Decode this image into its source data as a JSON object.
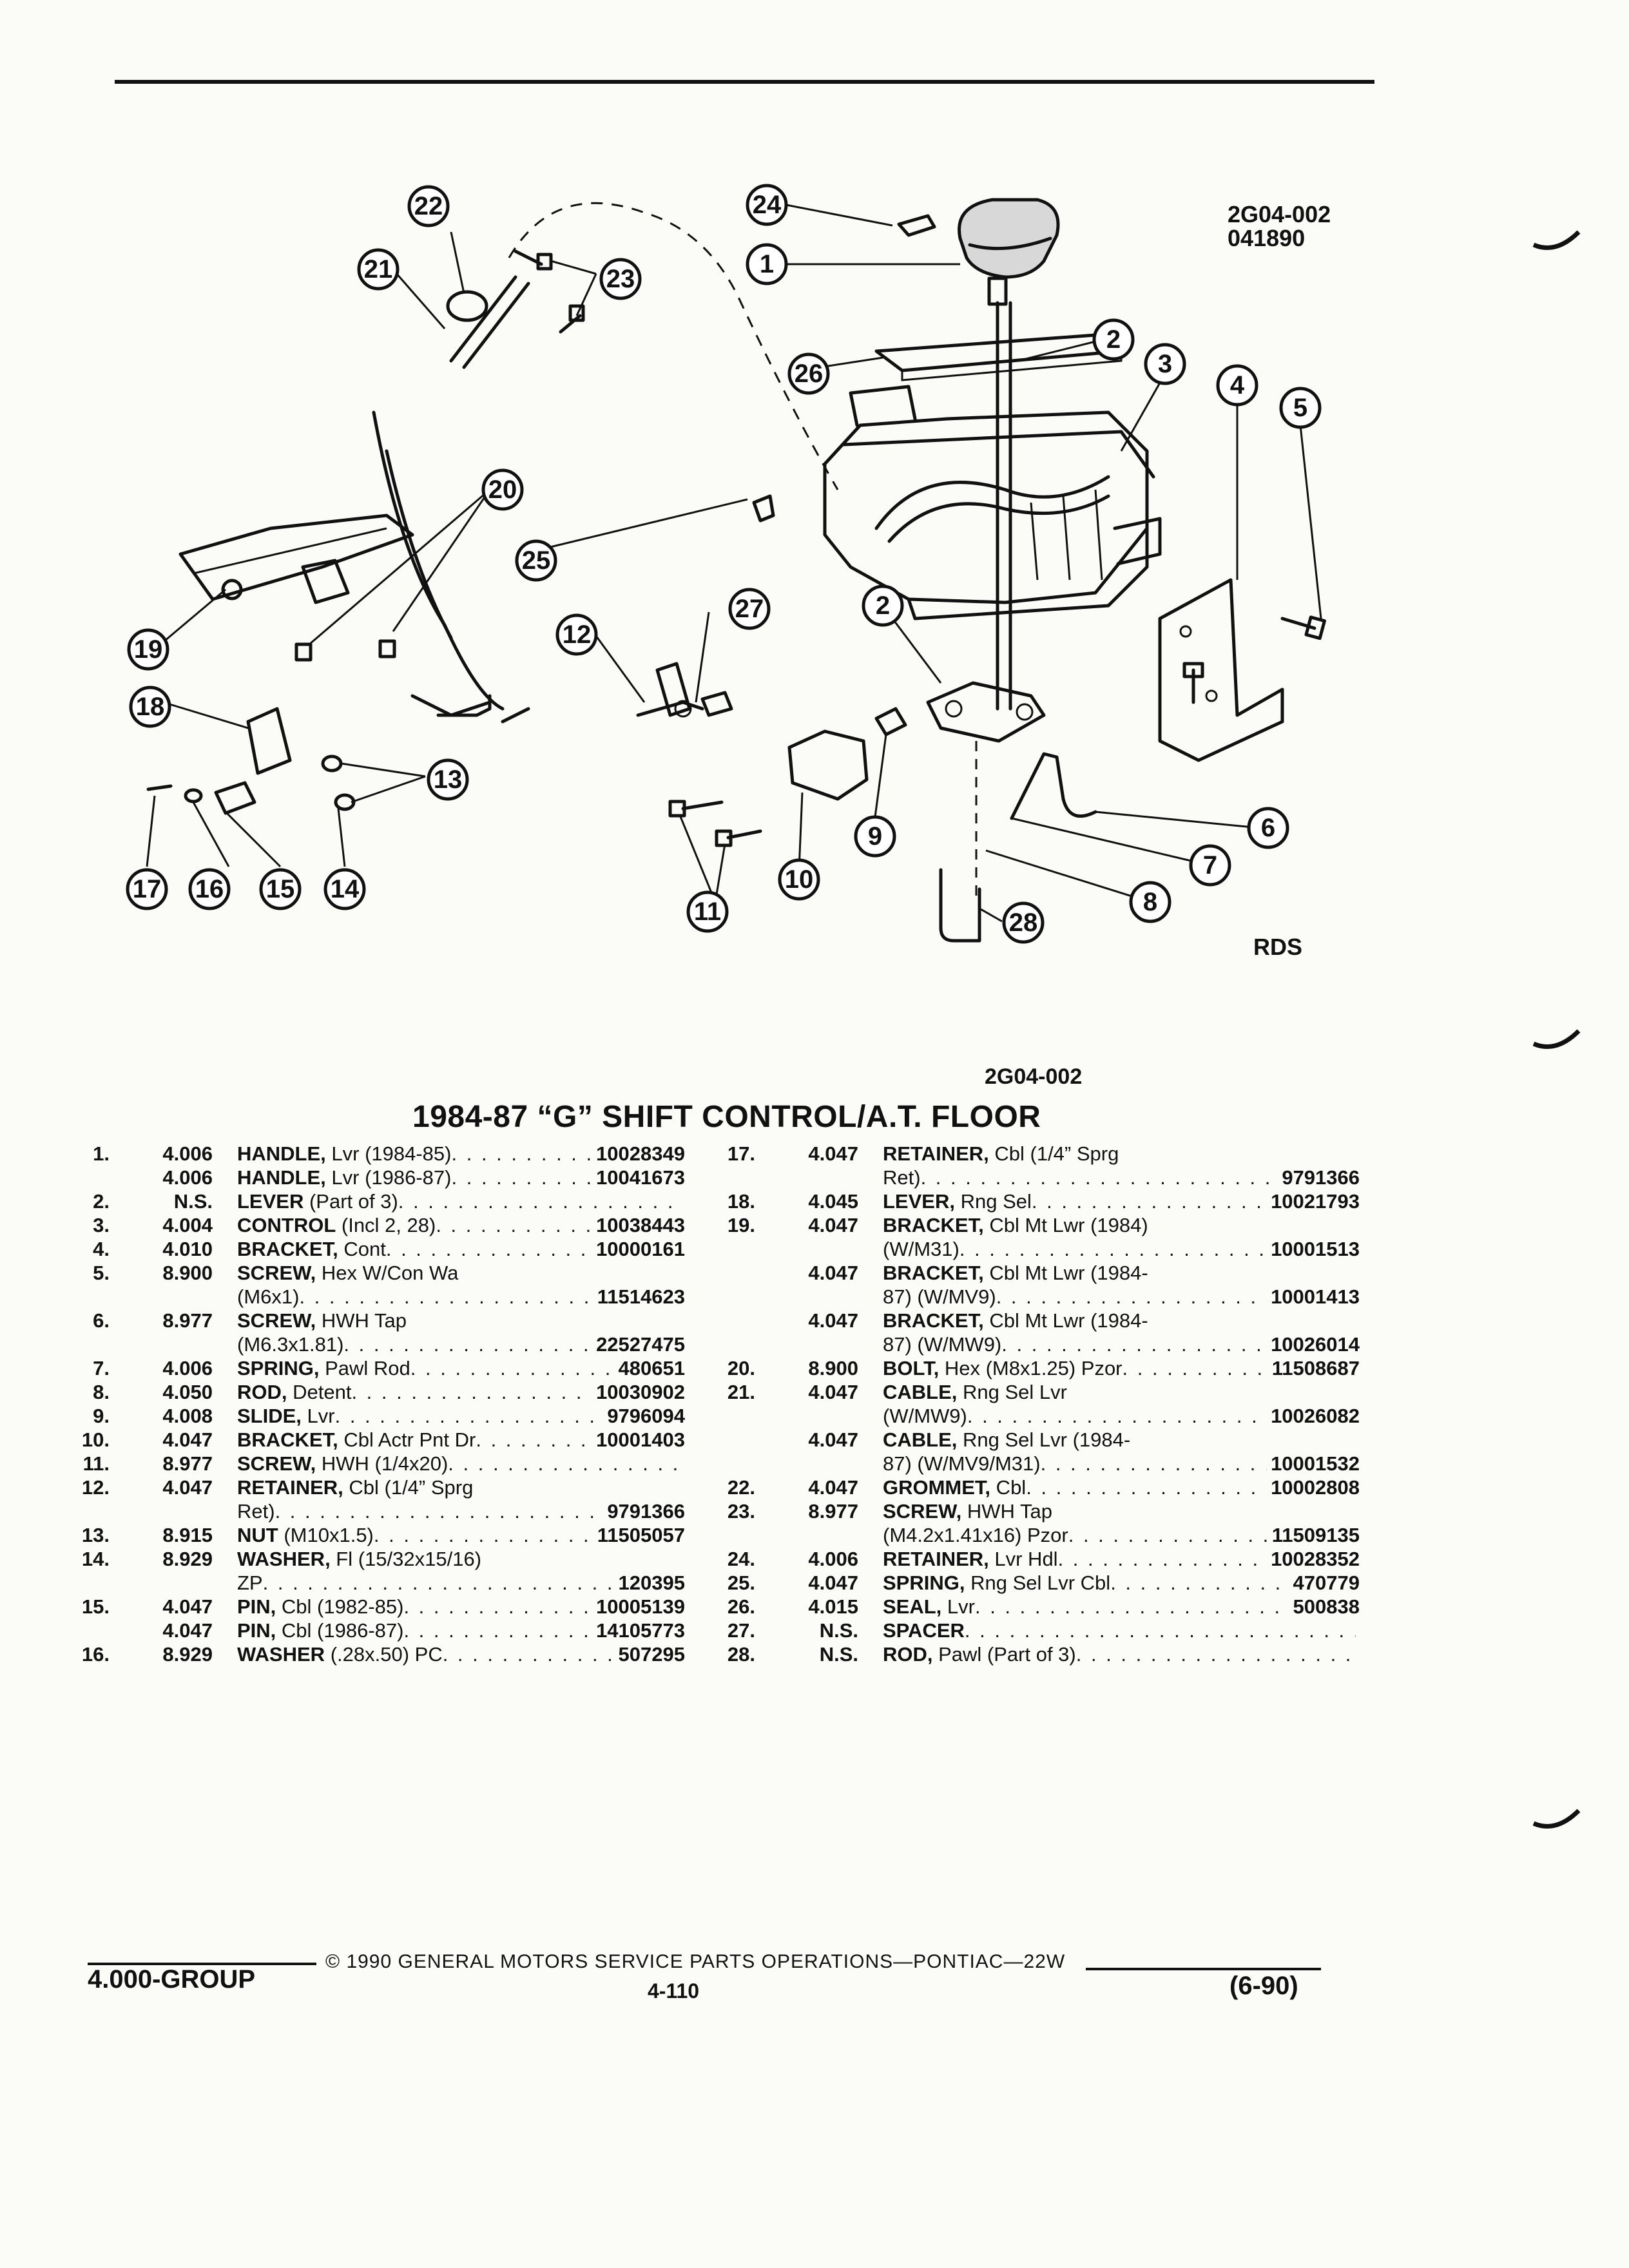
{
  "diagram": {
    "code": "2G04-002",
    "date_code": "041890",
    "artist": "RDS",
    "callouts": [
      "1",
      "2",
      "3",
      "4",
      "5",
      "6",
      "7",
      "8",
      "9",
      "10",
      "11",
      "12",
      "13",
      "14",
      "15",
      "16",
      "17",
      "18",
      "19",
      "20",
      "21",
      "22",
      "23",
      "24",
      "25",
      "26",
      "27",
      "28"
    ]
  },
  "title": "1984-87 “G” SHIFT CONTROL/A.T. FLOOR",
  "subcode": "2G04-002",
  "parts_left": [
    {
      "num": "1.",
      "grp": "4.006",
      "name": "HANDLE,",
      "rest": " Lvr (1984-85)",
      "pn": "10028349"
    },
    {
      "num": "",
      "grp": "4.006",
      "name": "HANDLE,",
      "rest": " Lvr (1986-87)",
      "pn": "10041673"
    },
    {
      "num": "2.",
      "grp": "N.S.",
      "name": "LEVER",
      "rest": " (Part of 3)",
      "pn": ""
    },
    {
      "num": "3.",
      "grp": "4.004",
      "name": "CONTROL",
      "rest": " (Incl 2, 28)",
      "pn": "10038443"
    },
    {
      "num": "4.",
      "grp": "4.010",
      "name": "BRACKET,",
      "rest": " Cont",
      "pn": "10000161"
    },
    {
      "num": "5.",
      "grp": "8.900",
      "name": "SCREW,",
      "rest": " Hex W/Con Wa",
      "pn": "",
      "nodots": true
    },
    {
      "num": "",
      "grp": "",
      "name": "",
      "rest": "(M6x1)",
      "pn": "11514623"
    },
    {
      "num": "6.",
      "grp": "8.977",
      "name": "SCREW,",
      "rest": " HWH Tap",
      "pn": "",
      "nodots": true
    },
    {
      "num": "",
      "grp": "",
      "name": "",
      "rest": "(M6.3x1.81)",
      "pn": "22527475"
    },
    {
      "num": "7.",
      "grp": "4.006",
      "name": "SPRING,",
      "rest": " Pawl Rod",
      "pn": "480651"
    },
    {
      "num": "8.",
      "grp": "4.050",
      "name": "ROD,",
      "rest": " Detent",
      "pn": "10030902"
    },
    {
      "num": "9.",
      "grp": "4.008",
      "name": "SLIDE,",
      "rest": " Lvr",
      "pn": "9796094"
    },
    {
      "num": "10.",
      "grp": "4.047",
      "name": "BRACKET,",
      "rest": " Cbl Actr Pnt Dr",
      "pn": "10001403"
    },
    {
      "num": "11.",
      "grp": "8.977",
      "name": "SCREW,",
      "rest": " HWH (1/4x20)",
      "pn": ""
    },
    {
      "num": "12.",
      "grp": "4.047",
      "name": "RETAINER,",
      "rest": " Cbl (1/4” Sprg",
      "pn": "",
      "nodots": true
    },
    {
      "num": "",
      "grp": "",
      "name": "",
      "rest": "Ret)",
      "pn": "9791366"
    },
    {
      "num": "13.",
      "grp": "8.915",
      "name": "NUT",
      "rest": " (M10x1.5)",
      "pn": "11505057"
    },
    {
      "num": "14.",
      "grp": "8.929",
      "name": "WASHER,",
      "rest": " Fl (15/32x15/16)",
      "pn": "",
      "nodots": true
    },
    {
      "num": "",
      "grp": "",
      "name": "",
      "rest": "ZP",
      "pn": "120395"
    },
    {
      "num": "15.",
      "grp": "4.047",
      "name": "PIN,",
      "rest": " Cbl (1982-85)",
      "pn": "10005139"
    },
    {
      "num": "",
      "grp": "4.047",
      "name": "PIN,",
      "rest": " Cbl (1986-87)",
      "pn": "14105773"
    },
    {
      "num": "16.",
      "grp": "8.929",
      "name": "WASHER",
      "rest": " (.28x.50) PC",
      "pn": "507295"
    }
  ],
  "parts_right": [
    {
      "num": "17.",
      "grp": "4.047",
      "name": "RETAINER,",
      "rest": " Cbl (1/4” Sprg",
      "pn": "",
      "nodots": true
    },
    {
      "num": "",
      "grp": "",
      "name": "",
      "rest": "Ret)",
      "pn": "9791366"
    },
    {
      "num": "18.",
      "grp": "4.045",
      "name": "LEVER,",
      "rest": " Rng Sel",
      "pn": "10021793"
    },
    {
      "num": "19.",
      "grp": "4.047",
      "name": "BRACKET,",
      "rest": " Cbl Mt Lwr (1984)",
      "pn": "",
      "nodots": true
    },
    {
      "num": "",
      "grp": "",
      "name": "",
      "rest": "(W/M31)",
      "pn": "10001513"
    },
    {
      "num": "",
      "grp": "4.047",
      "name": "BRACKET,",
      "rest": " Cbl Mt Lwr (1984-",
      "pn": "",
      "nodots": true
    },
    {
      "num": "",
      "grp": "",
      "name": "",
      "rest": "87) (W/MV9)",
      "pn": "10001413"
    },
    {
      "num": "",
      "grp": "4.047",
      "name": "BRACKET,",
      "rest": " Cbl Mt Lwr (1984-",
      "pn": "",
      "nodots": true
    },
    {
      "num": "",
      "grp": "",
      "name": "",
      "rest": "87) (W/MW9)",
      "pn": "10026014"
    },
    {
      "num": "20.",
      "grp": "8.900",
      "name": "BOLT,",
      "rest": " Hex (M8x1.25) Pzor",
      "pn": "11508687"
    },
    {
      "num": "21.",
      "grp": "4.047",
      "name": "CABLE,",
      "rest": " Rng Sel Lvr",
      "pn": "",
      "nodots": true
    },
    {
      "num": "",
      "grp": "",
      "name": "",
      "rest": "(W/MW9)",
      "pn": "10026082"
    },
    {
      "num": "",
      "grp": "4.047",
      "name": "CABLE,",
      "rest": " Rng Sel Lvr (1984-",
      "pn": "",
      "nodots": true
    },
    {
      "num": "",
      "grp": "",
      "name": "",
      "rest": "87) (W/MV9/M31)",
      "pn": "10001532"
    },
    {
      "num": "22.",
      "grp": "4.047",
      "name": "GROMMET,",
      "rest": " Cbl",
      "pn": "10002808"
    },
    {
      "num": "23.",
      "grp": "8.977",
      "name": "SCREW,",
      "rest": " HWH Tap",
      "pn": "",
      "nodots": true
    },
    {
      "num": "",
      "grp": "",
      "name": "",
      "rest": "(M4.2x1.41x16) Pzor",
      "pn": "11509135"
    },
    {
      "num": "24.",
      "grp": "4.006",
      "name": "RETAINER,",
      "rest": " Lvr Hdl",
      "pn": "10028352"
    },
    {
      "num": "25.",
      "grp": "4.047",
      "name": "SPRING,",
      "rest": " Rng Sel Lvr Cbl",
      "pn": "470779"
    },
    {
      "num": "26.",
      "grp": "4.015",
      "name": "SEAL,",
      "rest": " Lvr",
      "pn": "500838"
    },
    {
      "num": "27.",
      "grp": "N.S.",
      "name": "SPACER",
      "rest": "",
      "pn": ""
    },
    {
      "num": "28.",
      "grp": "N.S.",
      "name": "ROD,",
      "rest": " Pawl (Part of 3)",
      "pn": ""
    }
  ],
  "footer": {
    "copyright": "©  1990  GENERAL MOTORS SERVICE PARTS OPERATIONS—PONTIAC—22W",
    "group": "4.000-GROUP",
    "page": "4-110",
    "date": "(6-90)"
  }
}
